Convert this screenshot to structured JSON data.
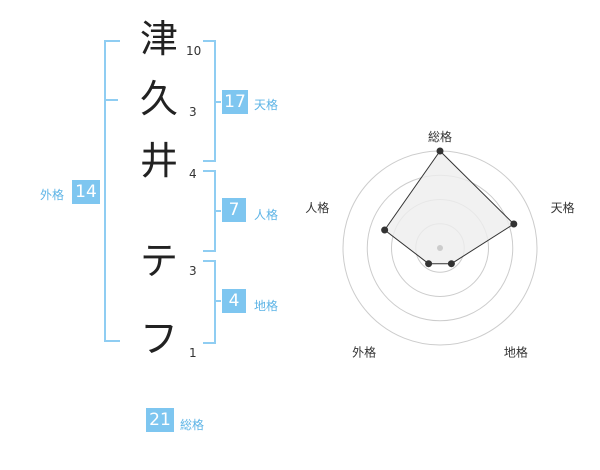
{
  "name": {
    "chars": [
      {
        "char": "津",
        "strokes": "10"
      },
      {
        "char": "久",
        "strokes": "3"
      },
      {
        "char": "井",
        "strokes": "4"
      },
      {
        "char": "テ",
        "strokes": "3"
      },
      {
        "char": "フ",
        "strokes": "1"
      }
    ]
  },
  "fortune": {
    "tenkaku": {
      "value": "17",
      "label": "天格"
    },
    "jinkaku": {
      "value": "7",
      "label": "人格"
    },
    "chikaku": {
      "value": "4",
      "label": "地格"
    },
    "gaikaku": {
      "value": "14",
      "label": "外格"
    },
    "soukaku": {
      "value": "21",
      "label": "総格"
    }
  },
  "chart_data": {
    "type": "radar",
    "axes": [
      "総格",
      "天格",
      "地格",
      "外格",
      "人格"
    ],
    "values": [
      5,
      4,
      1,
      1,
      3
    ],
    "rmax": 5,
    "rings": 4,
    "colors": {
      "fill": "#eeeeee",
      "line": "#333333",
      "ring": "#cccccc"
    }
  }
}
